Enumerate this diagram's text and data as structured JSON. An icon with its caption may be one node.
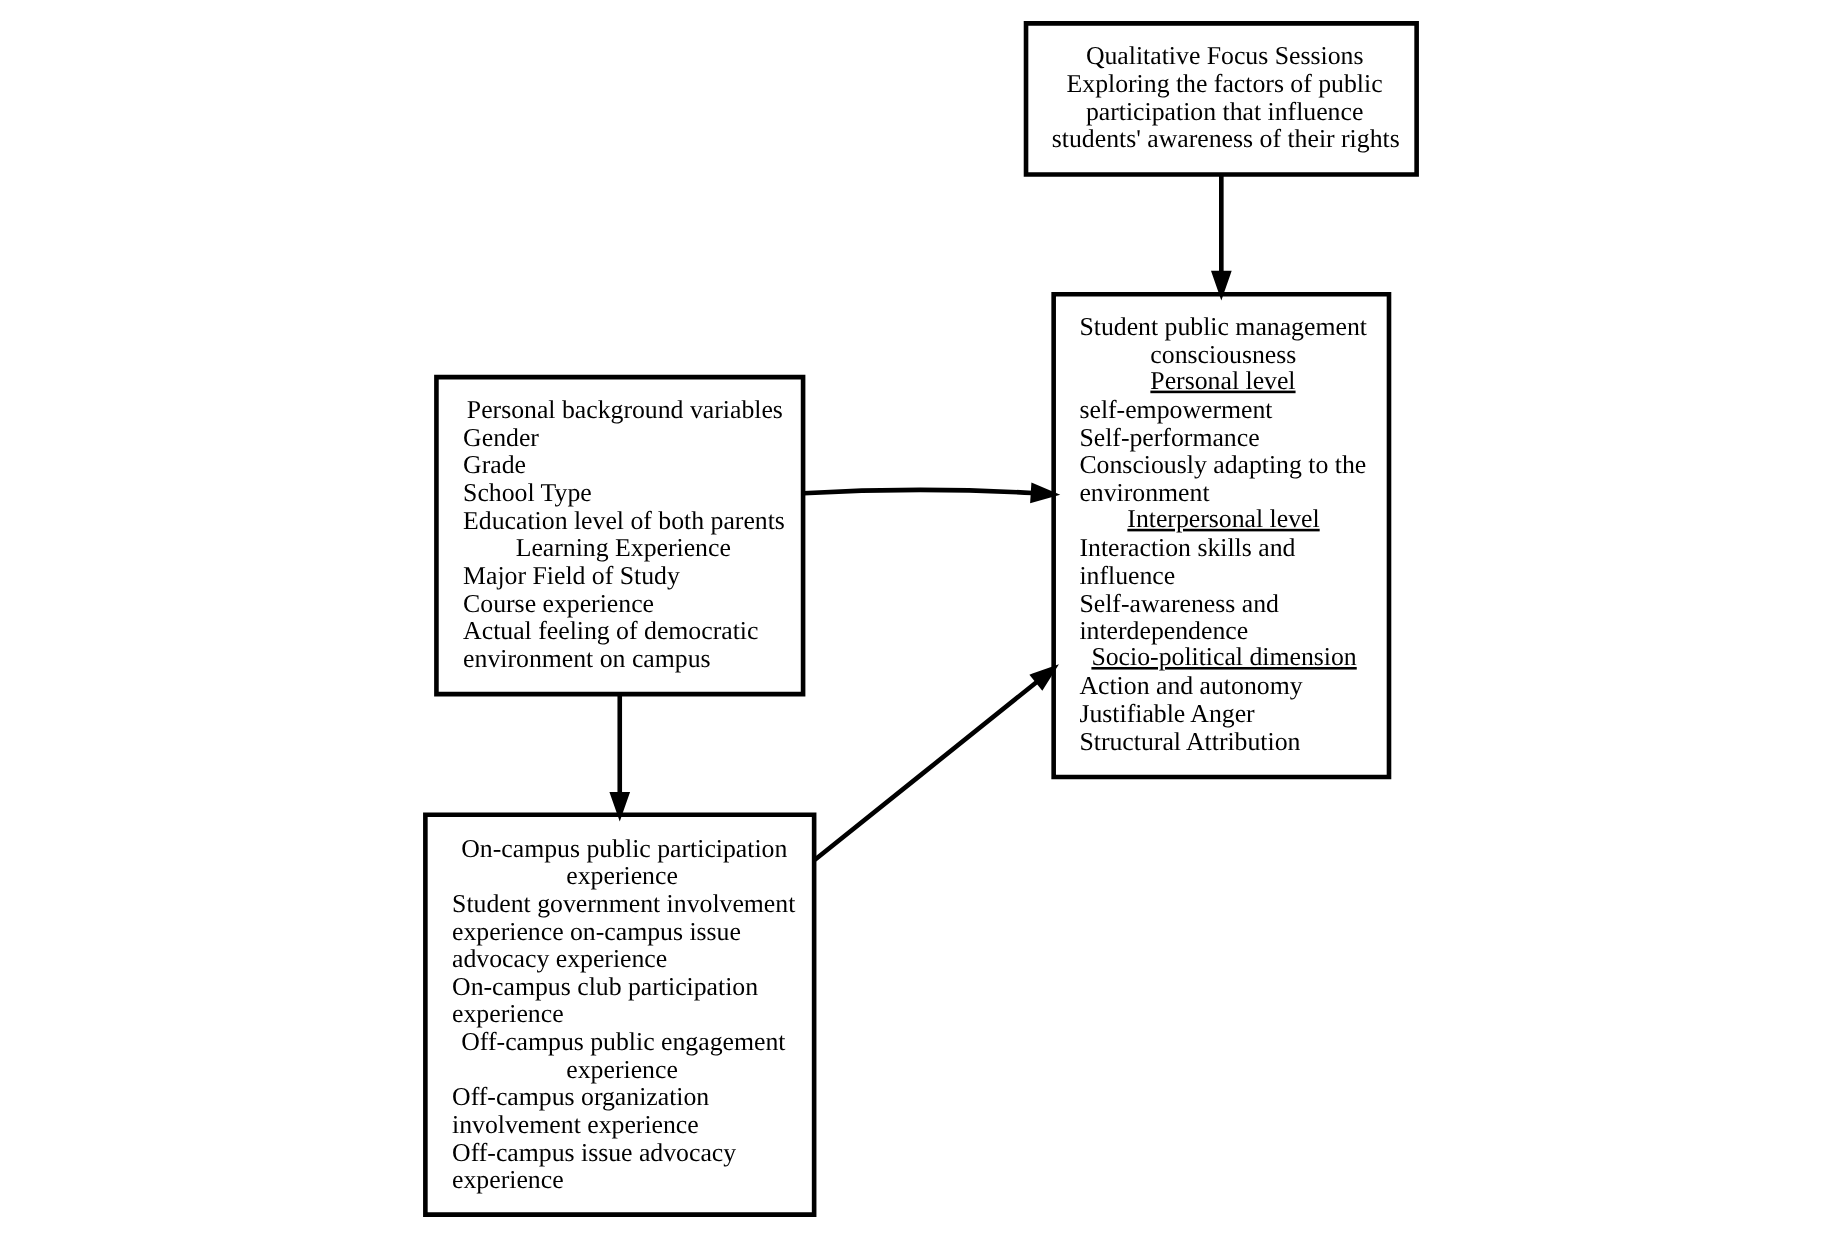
{
  "diagram": {
    "nodes": [
      {
        "text": [
          "Personal background variables",
          "Gender",
          "Grade",
          "School Type",
          "Education level of both parents",
          "Learning Experience",
          "Major Field of Study",
          "Course experience",
          "Actual feeling of democratic environment on campus"
        ]
      },
      {
        "text": [
          "Student public management consciousness",
          "Personal level",
          "self-empowerment",
          "Self-performance",
          "Consciously adapting to the environment",
          "Interpersonal level",
          "Interaction skills and influence",
          "Self-awareness and interdependence",
          "Socio-political dimension",
          "Action and autonomy",
          "Justifiable Anger",
          "Structural Attribution"
        ]
      },
      {
        "text": [
          "On-campus public participation experience",
          "Student government involvement experience on-campus issue advocacy experience",
          "On-campus club participation experience",
          "Off-campus public engagement experience",
          "Off-campus organization involvement experience",
          "Off-campus issue advocacy experience"
        ]
      },
      {
        "text": [
          "Qualitative Focus Sessions",
          "Exploring the factors of public participation that influence students' awareness of their rights"
        ]
      }
    ],
    "edges": [
      {
        "from": 0,
        "to": 1,
        "arrow": "to"
      },
      {
        "from": 0,
        "to": 2,
        "arrow": "to"
      },
      {
        "from": 2,
        "to": 1,
        "arrow": "to"
      },
      {
        "from": 3,
        "to": 1,
        "arrow": "to"
      }
    ]
  }
}
